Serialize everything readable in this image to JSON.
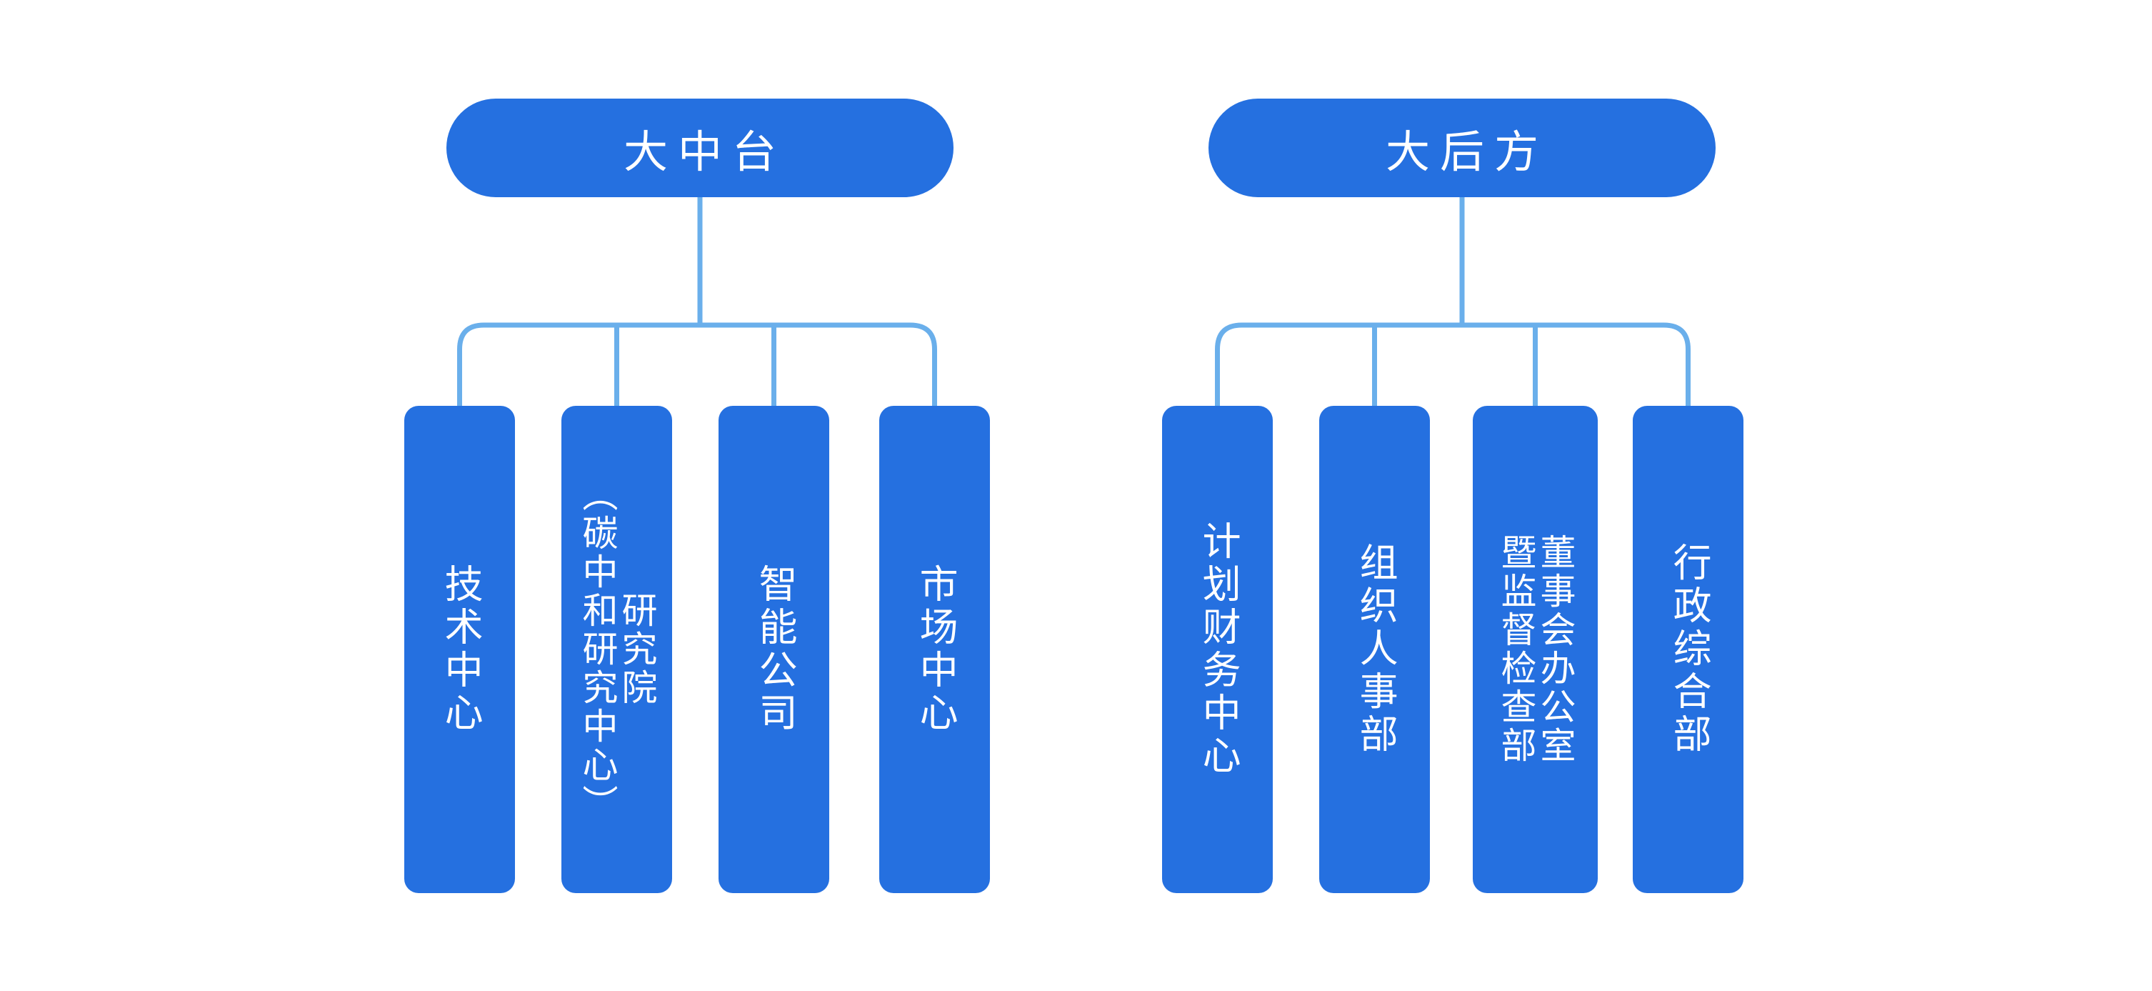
{
  "theme": {
    "brand_color": "#2570e0",
    "line_color": "#6aafeb",
    "background": "#ffffff",
    "text_color": "#ffffff"
  },
  "chart_data": {
    "type": "diagram",
    "diagram_kind": "organization-chart",
    "title": "",
    "orientation": "top-down",
    "text_direction": "vertical-rtl",
    "groups": [
      {
        "id": "zhongtai",
        "header": "大中台",
        "children": [
          {
            "id": "tech-center",
            "columns": [
              "技术中心"
            ]
          },
          {
            "id": "research-institute",
            "columns": [
              "研究院",
              "（碳中和研究中心）"
            ]
          },
          {
            "id": "intelligent-company",
            "columns": [
              "智能公司"
            ]
          },
          {
            "id": "market-center",
            "columns": [
              "市场中心"
            ]
          }
        ]
      },
      {
        "id": "houfang",
        "header": "大后方",
        "children": [
          {
            "id": "finance-center",
            "columns": [
              "计划财务中心"
            ]
          },
          {
            "id": "hr-department",
            "columns": [
              "组织人事部"
            ]
          },
          {
            "id": "board-office",
            "columns": [
              "董事会办公室",
              "暨监督检查部"
            ]
          },
          {
            "id": "admin-department",
            "columns": [
              "行政综合部"
            ]
          }
        ]
      }
    ]
  }
}
